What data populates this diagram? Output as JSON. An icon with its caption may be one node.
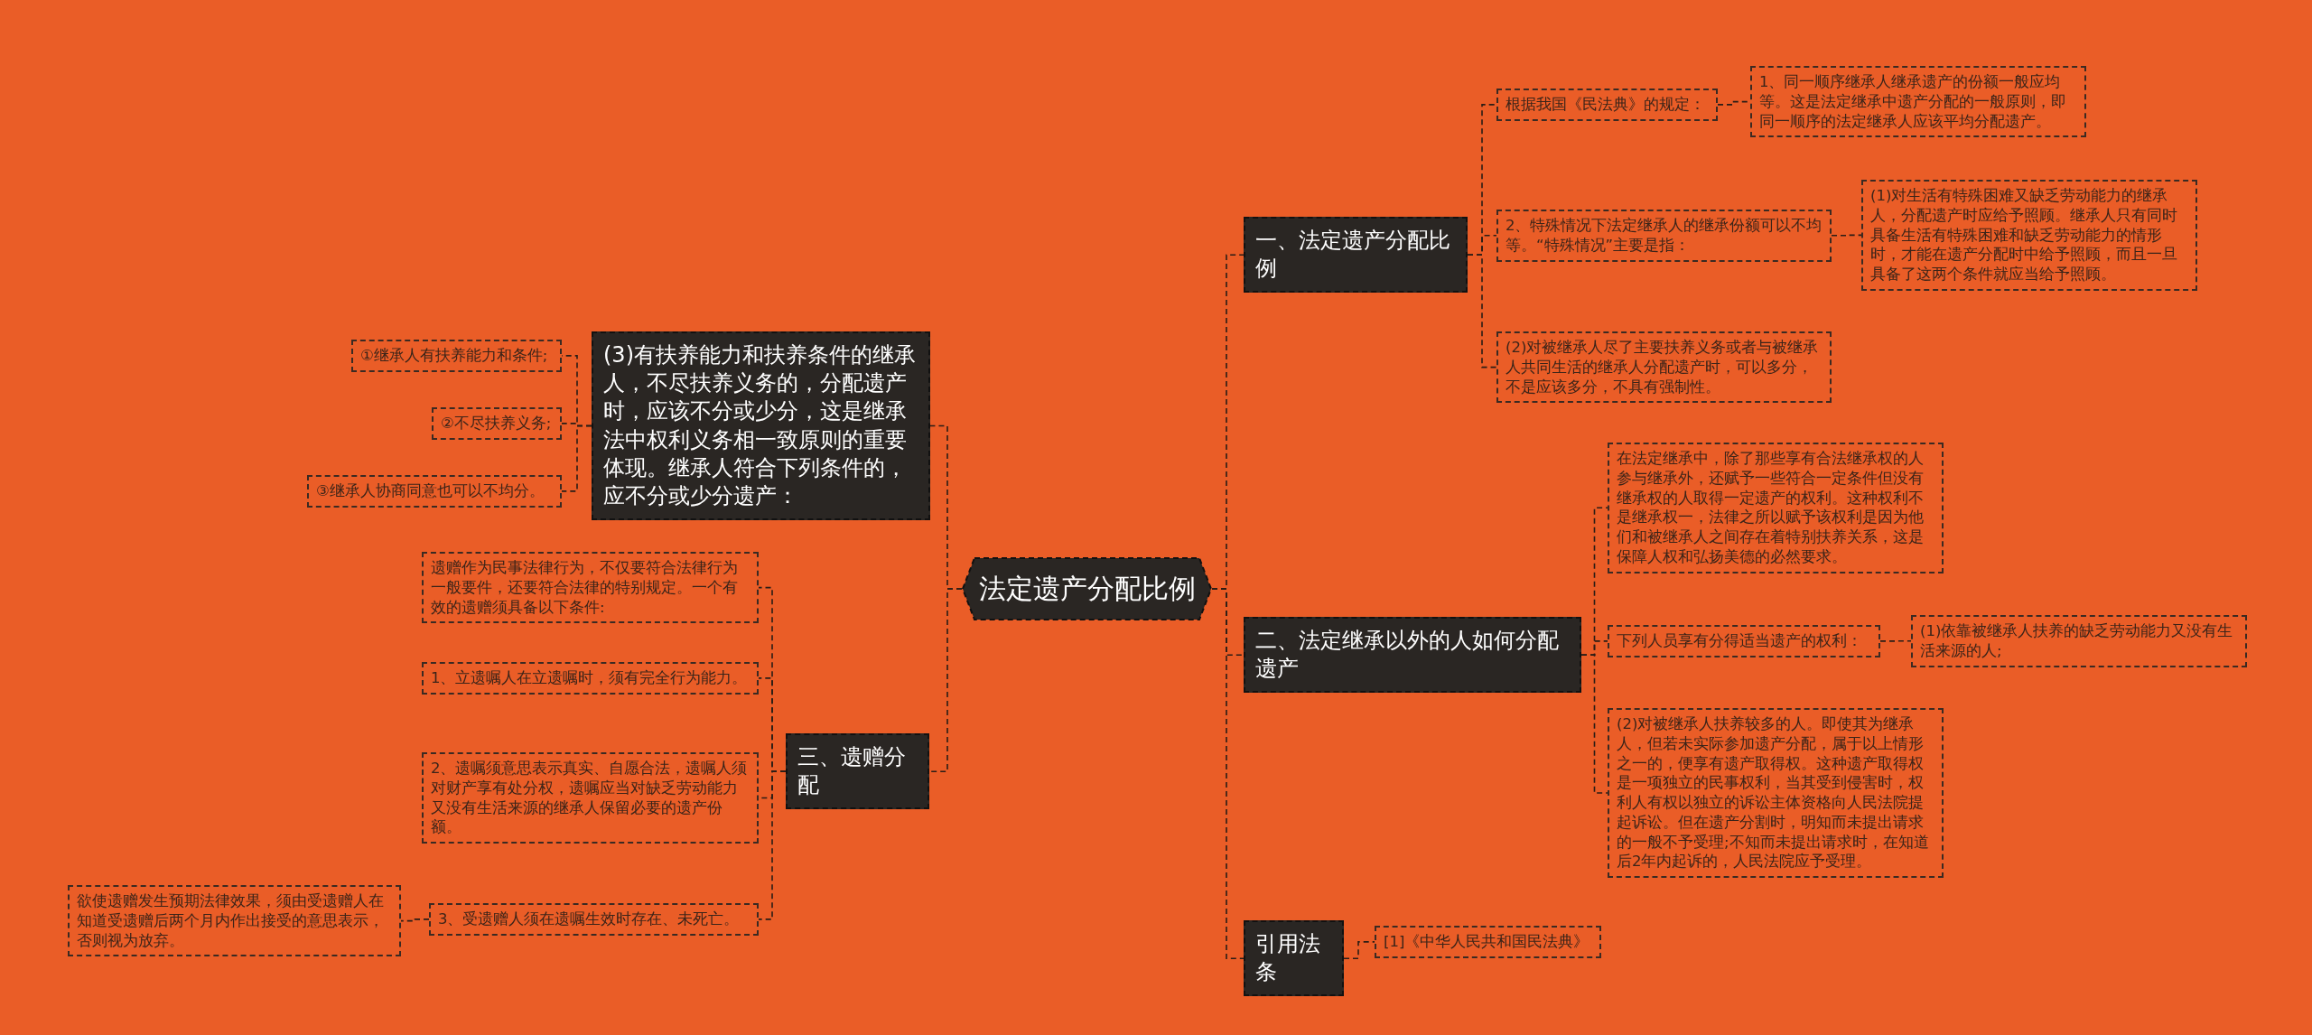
{
  "diagram": {
    "nodes": [
      {
        "text": [
          "法定遗产分配比例"
        ]
      },
      {
        "text": [
          "一、法定遗产分配比例"
        ]
      },
      {
        "text": [
          "根据我国《民法典》的规定："
        ]
      },
      {
        "text": [
          "1、同一顺序继承人继承遗产的份额一般应均等。这是法定继承中遗产分配的一般原则，即同一顺序的法定继承人应该平均分配遗产。"
        ]
      },
      {
        "text": [
          "2、特殊情况下法定继承人的继承份额可以不均等。“特殊情况”主要是指："
        ]
      },
      {
        "text": [
          "(1)对生活有特殊困难又缺乏劳动能力的继承人，分配遗产时应给予照顾。继承人只有同时具备生活有特殊困难和缺乏劳动能力的情形时，才能在遗产分配时中给予照顾，而且一旦具备了这两个条件就应当给予照顾。"
        ]
      },
      {
        "text": [
          "(2)对被继承人尽了主要扶养义务或者与被继承人共同生活的继承人分配遗产时，可以多分，不是应该多分，不具有强制性。"
        ]
      },
      {
        "text": [
          "二、法定继承以外的人如何分配遗产"
        ]
      },
      {
        "text": [
          "在法定继承中，除了那些享有合法继承权的人参与继承外，还赋予一些符合一定条件但没有继承权的人取得一定遗产的权利。这种权利不是继承权一，法律之所以赋予该权利是因为他们和被继承人之间存在着特别扶养关系，这是保障人权和弘扬美德的必然要求。"
        ]
      },
      {
        "text": [
          "下列人员享有分得适当遗产的权利："
        ]
      },
      {
        "text": [
          "(1)依靠被继承人扶养的缺乏劳动能力又没有生活来源的人;"
        ]
      },
      {
        "text": [
          "(2)对被继承人扶养较多的人。即使其为继承人，但若未实际参加遗产分配，属于以上情形之一的，便享有遗产取得权。这种遗产取得权是一项独立的民事权利，当其受到侵害时，权利人有权以独立的诉讼主体资格向人民法院提起诉讼。但在遗产分割时，明知而未提出请求的一般不予受理;不知而未提出请求时，在知道后2年内起诉的，人民法院应予受理。"
        ]
      },
      {
        "text": [
          "引用法条"
        ]
      },
      {
        "text": [
          "[1]《中华人民共和国民法典》"
        ]
      },
      {
        "text": [
          "(3)有扶养能力和扶养条件的继承人，不尽扶养义务的，分配遗产时，应该不分或少分，这是继承法中权利义务相一致原则的重要体现。继承人符合下列条件的，应不分或少分遗产："
        ]
      },
      {
        "text": [
          "①继承人有扶养能力和条件;"
        ]
      },
      {
        "text": [
          "②不尽扶养义务;"
        ]
      },
      {
        "text": [
          "③继承人协商同意也可以不均分。"
        ]
      },
      {
        "text": [
          "三、遗赠分配"
        ]
      },
      {
        "text": [
          "遗赠作为民事法律行为，不仅要符合法律行为一般要件，还要符合法律的特别规定。一个有效的遗赠须具备以下条件:"
        ]
      },
      {
        "text": [
          "1、立遗嘱人在立遗嘱时，须有完全行为能力。"
        ]
      },
      {
        "text": [
          "2、遗嘱须意思表示真实、自愿合法，遗嘱人须对财产享有处分权，遗嘱应当对缺乏劳动能力又没有生活来源的继承人保留必要的遗产份额。"
        ]
      },
      {
        "text": [
          "3、受遗赠人须在遗嘱生效时存在、未死亡。"
        ]
      },
      {
        "text": [
          "欲使遗赠发生预期法律效果，须由受遗赠人在知道受遗赠后两个月内作出接受的意思表示，否则视为放弃。"
        ]
      }
    ],
    "edges": [
      {
        "from": 0,
        "to": 1,
        "arrow": "none"
      },
      {
        "from": 1,
        "to": 2,
        "arrow": "none"
      },
      {
        "from": 2,
        "to": 3,
        "arrow": "none"
      },
      {
        "from": 1,
        "to": 4,
        "arrow": "none"
      },
      {
        "from": 4,
        "to": 5,
        "arrow": "none"
      },
      {
        "from": 1,
        "to": 6,
        "arrow": "none"
      },
      {
        "from": 0,
        "to": 7,
        "arrow": "none"
      },
      {
        "from": 7,
        "to": 8,
        "arrow": "none"
      },
      {
        "from": 7,
        "to": 9,
        "arrow": "none"
      },
      {
        "from": 9,
        "to": 10,
        "arrow": "none"
      },
      {
        "from": 7,
        "to": 11,
        "arrow": "none"
      },
      {
        "from": 0,
        "to": 12,
        "arrow": "none"
      },
      {
        "from": 12,
        "to": 13,
        "arrow": "none"
      },
      {
        "from": 0,
        "to": 14,
        "arrow": "none"
      },
      {
        "from": 14,
        "to": 15,
        "arrow": "none"
      },
      {
        "from": 14,
        "to": 16,
        "arrow": "none"
      },
      {
        "from": 14,
        "to": 17,
        "arrow": "none"
      },
      {
        "from": 0,
        "to": 18,
        "arrow": "none"
      },
      {
        "from": 18,
        "to": 19,
        "arrow": "none"
      },
      {
        "from": 18,
        "to": 20,
        "arrow": "none"
      },
      {
        "from": 18,
        "to": 21,
        "arrow": "none"
      },
      {
        "from": 18,
        "to": 22,
        "arrow": "none"
      },
      {
        "from": 22,
        "to": 23,
        "arrow": "none"
      }
    ]
  }
}
